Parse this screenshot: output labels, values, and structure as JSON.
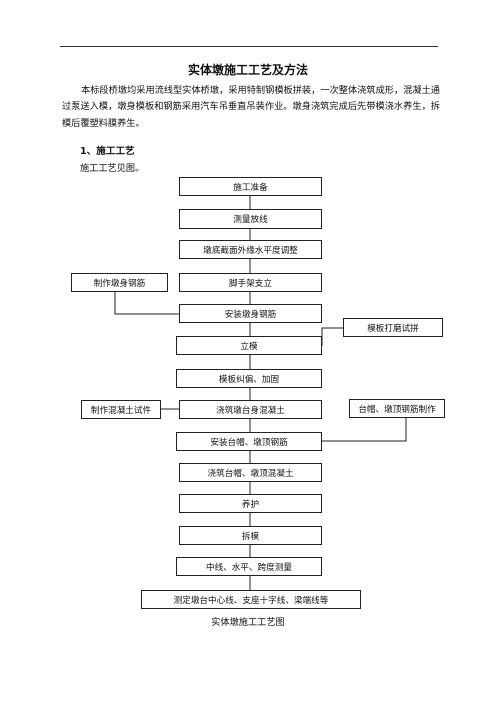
{
  "document": {
    "title": "实体墩施工工艺及方法",
    "paragraph": "本标段桥墩均采用流线型实体桥墩，采用特制钢模板拼装，一次整体浇筑成形，混凝土通过泵送入模，墩身模板和钢筋采用汽车吊垂直吊装作业。墩身浇筑完成后先带模浇水养生，拆模后覆塑料膜养生。",
    "section_heading": "1、施工工艺",
    "section_note": "施工工艺见图。",
    "caption": "实体墩施工工艺图"
  },
  "flowchart": {
    "steps": [
      "施工准备",
      "测量放线",
      "墩底截面外缘水平度调整",
      "脚手架支立",
      "安装墩身钢筋",
      "立模",
      "模板纠偏、加固",
      "浇筑墩台身混凝土",
      "安装台帽、墩顶钢筋",
      "浇筑台帽、墩顶混凝土",
      "养护",
      "拆模",
      "中线、水平、跨度测量",
      "测定墩台中心线、支座十字线、梁端线等"
    ],
    "side": {
      "rebar": "制作墩身钢筋",
      "formwork": "模板打磨试拼",
      "specimen": "制作混凝土试件",
      "cap_rebar": "台帽、墩顶钢筋制作"
    }
  }
}
